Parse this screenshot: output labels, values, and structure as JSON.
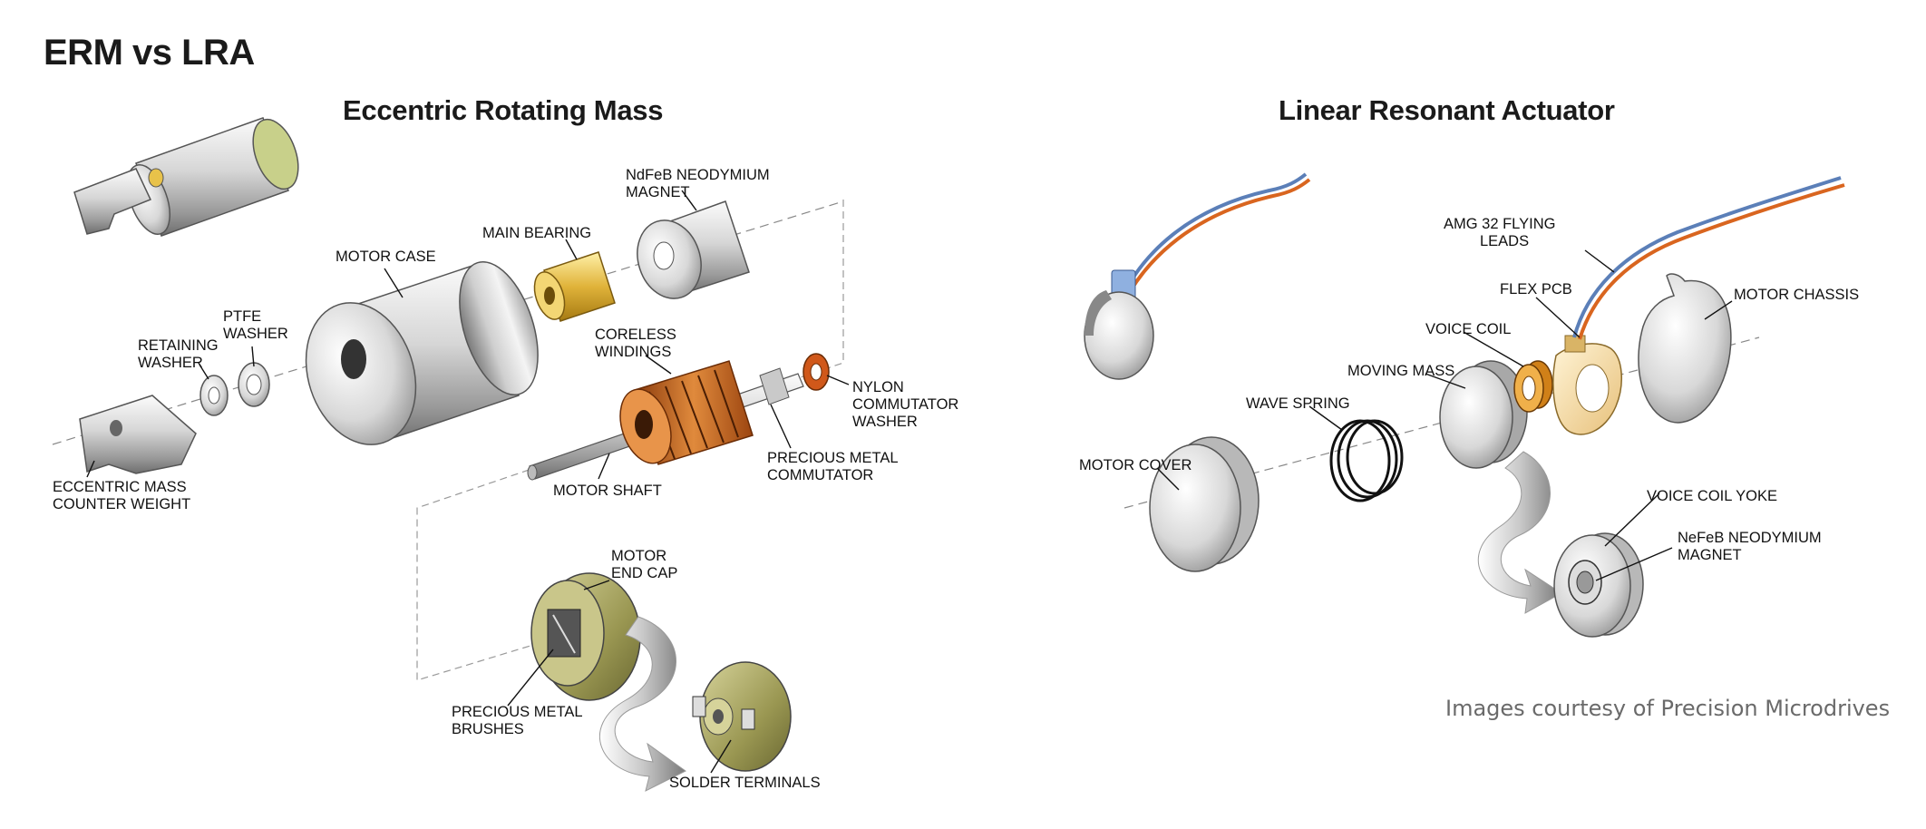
{
  "title": "ERM vs LRA",
  "erm": {
    "title": "Eccentric Rotating Mass",
    "labels": {
      "neodymium_magnet_1": "NdFeB NEODYMIUM",
      "neodymium_magnet_2": "MAGNET",
      "main_bearing": "MAIN BEARING",
      "motor_case": "MOTOR CASE",
      "ptfe_washer_1": "PTFE",
      "ptfe_washer_2": "WASHER",
      "retaining_washer_1": "RETAINING",
      "retaining_washer_2": "WASHER",
      "coreless_windings_1": "CORELESS",
      "coreless_windings_2": "WINDINGS",
      "nylon_washer_1": "NYLON",
      "nylon_washer_2": "COMMUTATOR",
      "nylon_washer_3": "WASHER",
      "precious_commutator_1": "PRECIOUS METAL",
      "precious_commutator_2": "COMMUTATOR",
      "motor_shaft": "MOTOR SHAFT",
      "eccentric_mass_1": "ECCENTRIC MASS",
      "eccentric_mass_2": "COUNTER WEIGHT",
      "end_cap_1": "MOTOR",
      "end_cap_2": "END CAP",
      "brushes_1": "PRECIOUS METAL",
      "brushes_2": "BRUSHES",
      "solder_terminals": "SOLDER TERMINALS"
    }
  },
  "lra": {
    "title": "Linear Resonant Actuator",
    "labels": {
      "flying_leads_1": "AMG 32 FLYING",
      "flying_leads_2": "LEADS",
      "flex_pcb": "FLEX PCB",
      "motor_chassis": "MOTOR CHASSIS",
      "voice_coil": "VOICE COIL",
      "moving_mass": "MOVING MASS",
      "wave_spring": "WAVE SPRING",
      "motor_cover": "MOTOR COVER",
      "voice_coil_yoke": "VOICE COIL YOKE",
      "nefeb_magnet_1": "NeFeB NEODYMIUM",
      "nefeb_magnet_2": "MAGNET"
    }
  },
  "courtesy": "Images courtesy of Precision Microdrives",
  "colors": {
    "metal_light": "#f2f2f2",
    "metal_dark": "#8a8a8a",
    "brass": "#d4a72a",
    "copper": "#c8621e",
    "olive": "#8c8a4a",
    "wire_blue": "#5b7fb8",
    "wire_orange": "#d9651f"
  }
}
